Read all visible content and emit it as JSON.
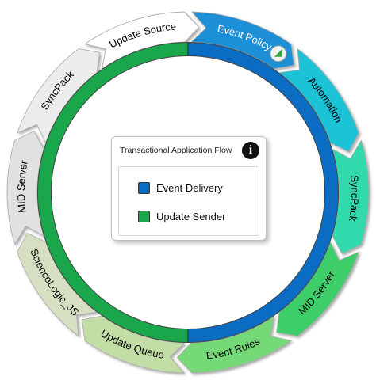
{
  "segments": [
    {
      "label": "Event Policy",
      "color": "#1a8fd6",
      "text_color": "#ffffff"
    },
    {
      "label": "Automation",
      "color": "#1fc3d6",
      "text_color": "#000000"
    },
    {
      "label": "SyncPack",
      "color": "#32d9ad",
      "text_color": "#000000"
    },
    {
      "label": "MID Server",
      "color": "#3dce6a",
      "text_color": "#000000"
    },
    {
      "label": "Event Rules",
      "color": "#74d978",
      "text_color": "#000000"
    },
    {
      "label": "Update Queue",
      "color": "#c2dda6",
      "text_color": "#000000"
    },
    {
      "label": "ScienceLogic_JS",
      "color": "#d6dfc2",
      "text_color": "#000000"
    },
    {
      "label": "MID Server",
      "color": "#e1e1df",
      "text_color": "#000000"
    },
    {
      "label": "SyncPack",
      "color": "#ececec",
      "text_color": "#000000"
    },
    {
      "label": "Update Source",
      "color": "#ffffff",
      "text_color": "#000000"
    }
  ],
  "inner_ring": [
    {
      "name": "Event Delivery",
      "color": "#0a6cc2"
    },
    {
      "name": "Update Sender",
      "color": "#1aa64a"
    }
  ],
  "legend": {
    "title": "Transactional Application Flow",
    "info_icon": "info-icon",
    "items": [
      {
        "label": "Event Delivery",
        "color": "#0a6cc2"
      },
      {
        "label": "Update Sender",
        "color": "#1aa64a"
      }
    ]
  },
  "badge": {
    "icon": "green-triangle-icon",
    "color": "#2eaa3a"
  }
}
